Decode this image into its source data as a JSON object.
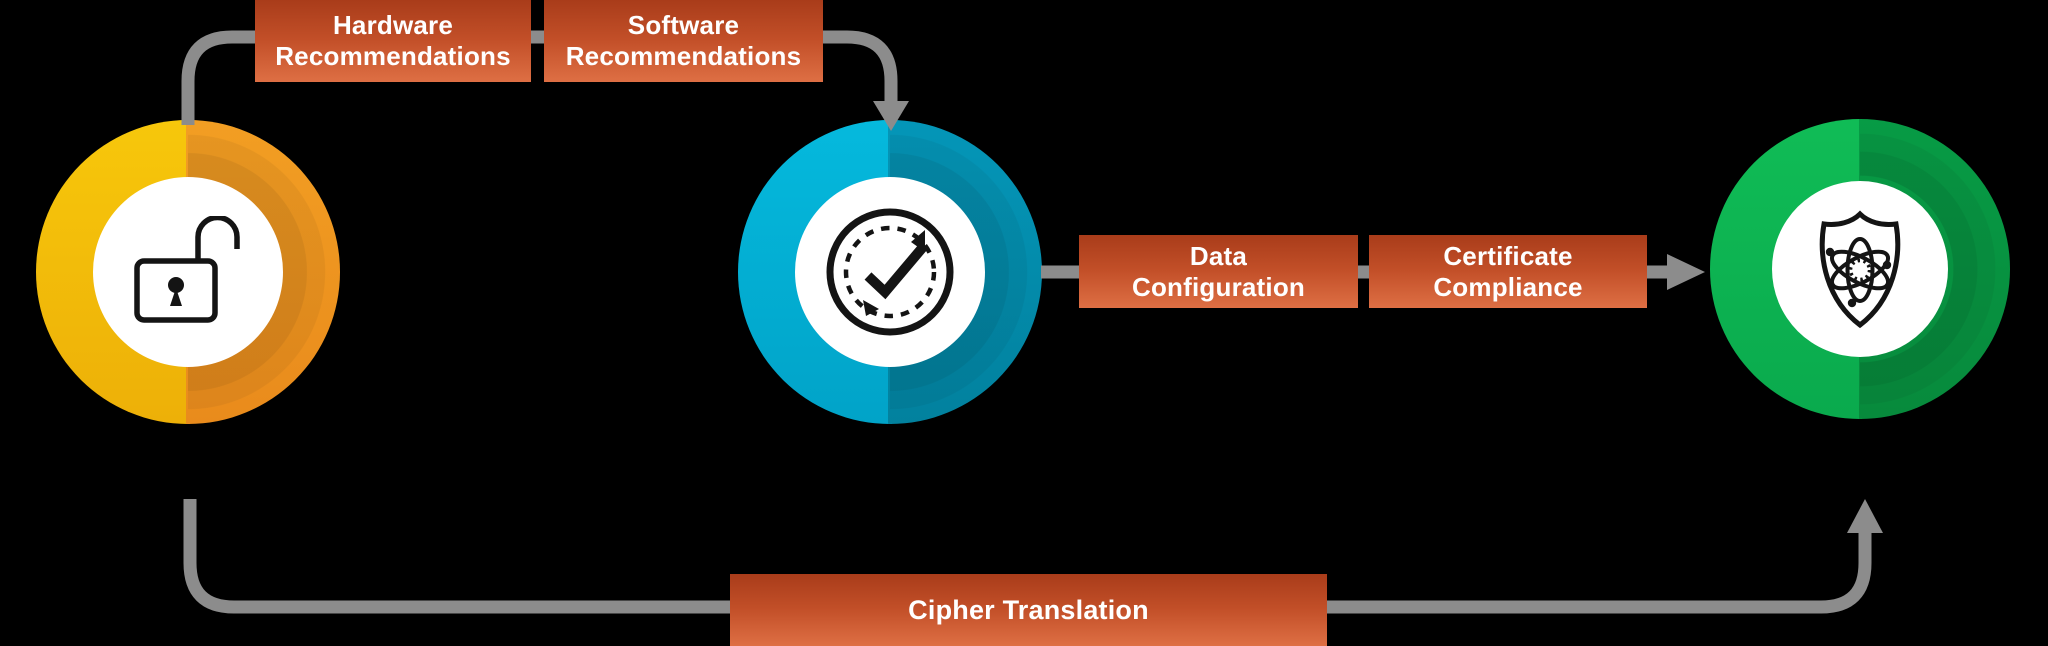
{
  "canvas": {
    "background": "#000000"
  },
  "colors": {
    "bg": "#000000",
    "line": "#8C8C8C",
    "box_top": "#A93C1A",
    "box_bottom": "#DE6F44",
    "label_text": "#FFFFFF",
    "icon": "#141414",
    "node1_l1": "#F7C70B",
    "node1_l2": "#EDB008",
    "node1_r1": "#F29E23",
    "node1_r2": "#E98B1C",
    "node2_l1": "#05B9DD",
    "node2_l2": "#01A3C8",
    "node2_r1": "#0496B8",
    "node2_r2": "#02819E",
    "node3_l1": "#10BC56",
    "node3_l2": "#0AAA4D",
    "node3_r1": "#079B45",
    "node3_r2": "#078A3C"
  },
  "nodes": [
    {
      "id": "start-unlock",
      "icon": "open-padlock-icon"
    },
    {
      "id": "validate-cycle",
      "icon": "check-cycle-icon"
    },
    {
      "id": "secure-shield",
      "icon": "shield-atom-icon"
    }
  ],
  "labels": {
    "hardware": {
      "line1": "Hardware",
      "line2": "Recommendations"
    },
    "software": {
      "line1": "Software",
      "line2": "Recommendations"
    },
    "data_configuration": {
      "line1": "Data",
      "line2": "Configuration"
    },
    "certificate_compliance": {
      "line1": "Certificate",
      "line2": "Compliance"
    },
    "cipher_translation": {
      "label": "Cipher Translation"
    }
  }
}
